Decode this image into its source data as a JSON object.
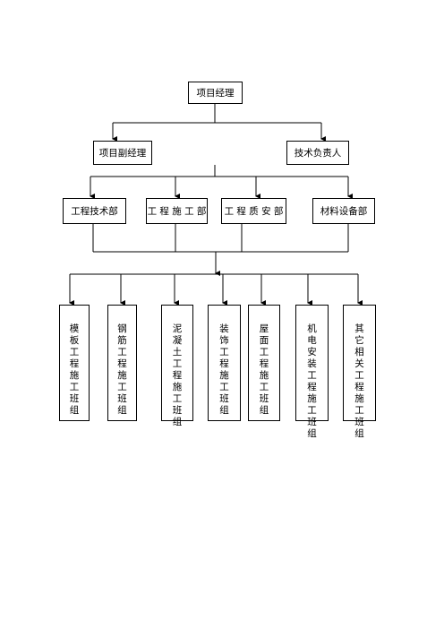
{
  "top": {
    "label": "项目经理"
  },
  "level2": [
    {
      "label": "项目副经理"
    },
    {
      "label": "技术负责人"
    }
  ],
  "departments": [
    {
      "label": "工程技术部"
    },
    {
      "label": "工 程 施 工 部"
    },
    {
      "label": "工 程 质 安 部"
    },
    {
      "label": "材料设备部"
    }
  ],
  "teams": [
    {
      "label": "模板工程施工班组"
    },
    {
      "label": "钢筋工程施工班组"
    },
    {
      "label": "泥凝土工程施工班组"
    },
    {
      "label": "装饰工程施工班组"
    },
    {
      "label": "屋面工程施工班组"
    },
    {
      "label": "机电安装工程施工班组"
    },
    {
      "label": "其它相关工程施工班组"
    }
  ]
}
